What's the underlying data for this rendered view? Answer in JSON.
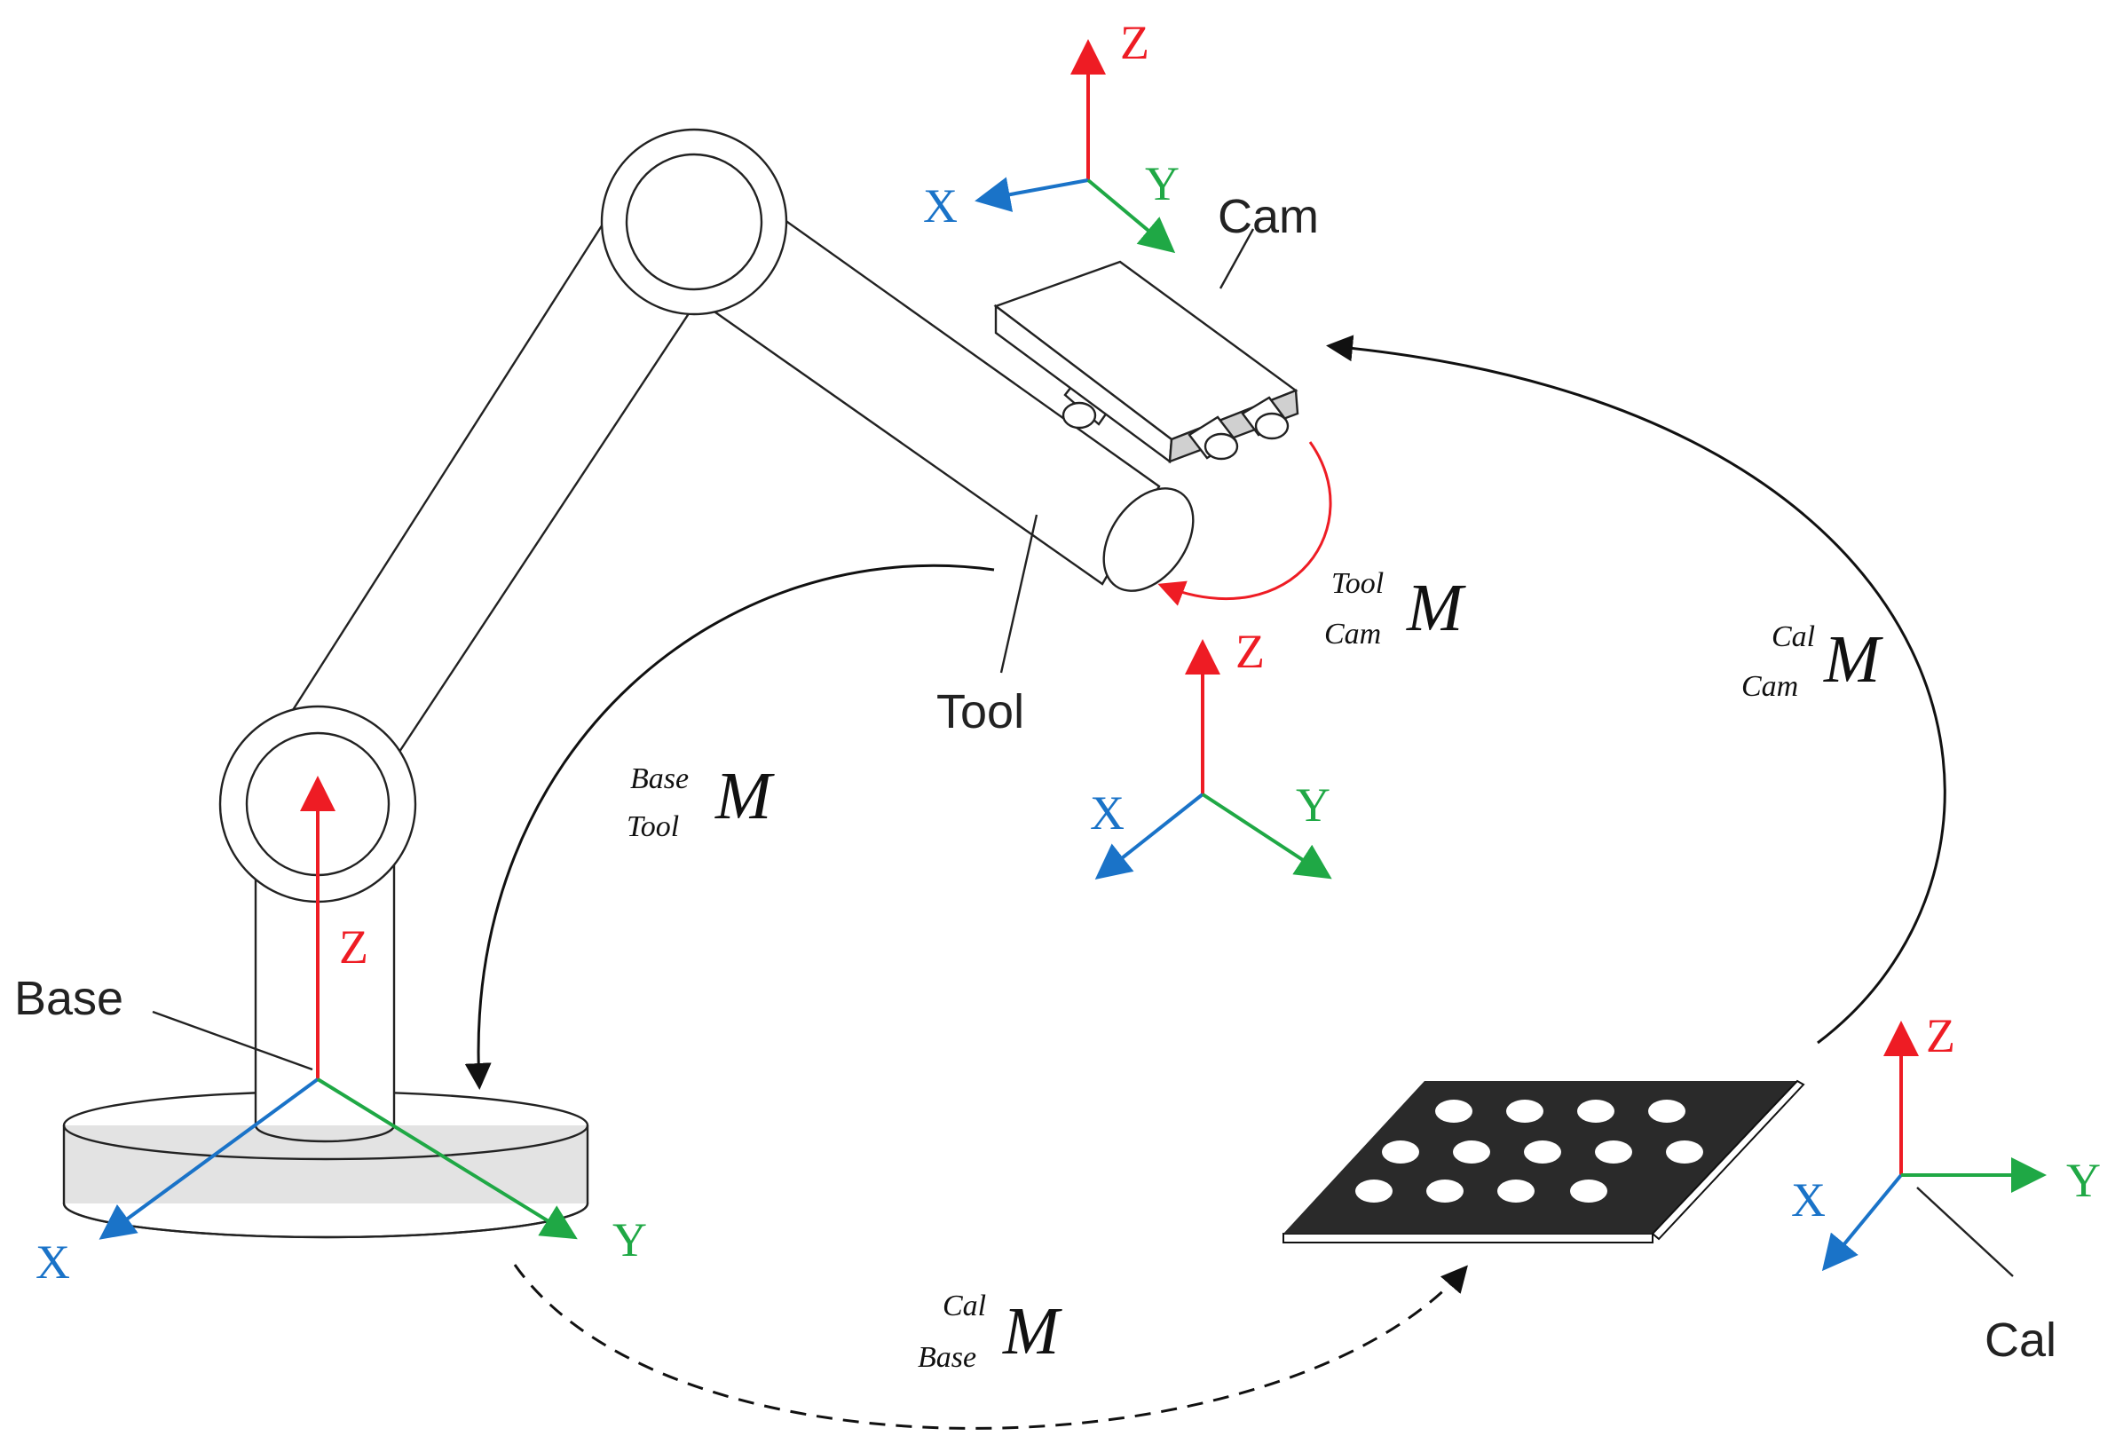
{
  "colors": {
    "z_axis": "#ee1c24",
    "y_axis": "#1fa845",
    "x_axis": "#1a73c8",
    "rotation_arrow": "#ee1c24",
    "calibration_plate": "#2a2a2a",
    "joint_fill": "#eeeeee",
    "base_fill": "#e3e3e3"
  },
  "labels": {
    "cam": "Cam",
    "tool": "Tool",
    "base": "Base",
    "cal": "Cal"
  },
  "axes": {
    "z": "Z",
    "y": "Y",
    "x": "X"
  },
  "matrices": {
    "tool_cam": {
      "symbol": "M",
      "sup": "Tool",
      "sub": "Cam"
    },
    "cal_cam": {
      "symbol": "M",
      "sup": "Cal",
      "sub": "Cam"
    },
    "base_tool": {
      "symbol": "M",
      "sup": "Base",
      "sub": "Tool"
    },
    "cal_base": {
      "symbol": "M",
      "sup": "Cal",
      "sub": "Base"
    }
  }
}
